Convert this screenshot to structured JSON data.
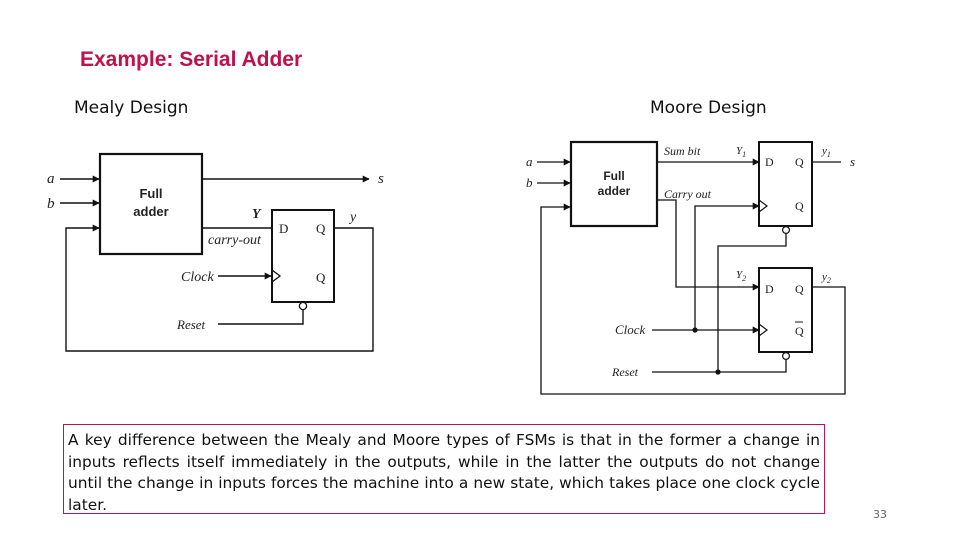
{
  "slide": {
    "title": "Example: Serial Adder",
    "page_number": "33",
    "note": "A key difference between the Mealy and Moore types of FSMs is that in the former a change in inputs reflects itself immediately in the outputs, while in the latter the outputs do not change until the change in inputs forces the machine into a new state, which takes place one clock cycle later.",
    "accent_color": "#c0114a"
  },
  "mealy": {
    "label": "Mealy Design",
    "input_a": "a",
    "input_b": "b",
    "adder_line1": "Full",
    "adder_line2": "adder",
    "output_s": "s",
    "state_Y": "Y",
    "state_y": "y",
    "carry_label": "carry-out",
    "clock_label": "Clock",
    "reset_label": "Reset",
    "ff_d": "D",
    "ff_q": "Q",
    "ff_qbar": "Q"
  },
  "moore": {
    "label": "Moore Design",
    "input_a": "a",
    "input_b": "b",
    "adder_line1": "Full",
    "adder_line2": "adder",
    "sum_label": "Sum bit",
    "carry_label": "Carry out",
    "Y1": "Y",
    "Y1_sub": "1",
    "y1": "y",
    "y1_sub": "1",
    "Y2": "Y",
    "Y2_sub": "2",
    "y2": "y",
    "y2_sub": "2",
    "output_s": "s",
    "clock_label": "Clock",
    "reset_label": "Reset",
    "ff1_d": "D",
    "ff1_q": "Q",
    "ff1_qbar": "Q",
    "ff2_d": "D",
    "ff2_q": "Q",
    "ff2_qbar": "Q"
  }
}
